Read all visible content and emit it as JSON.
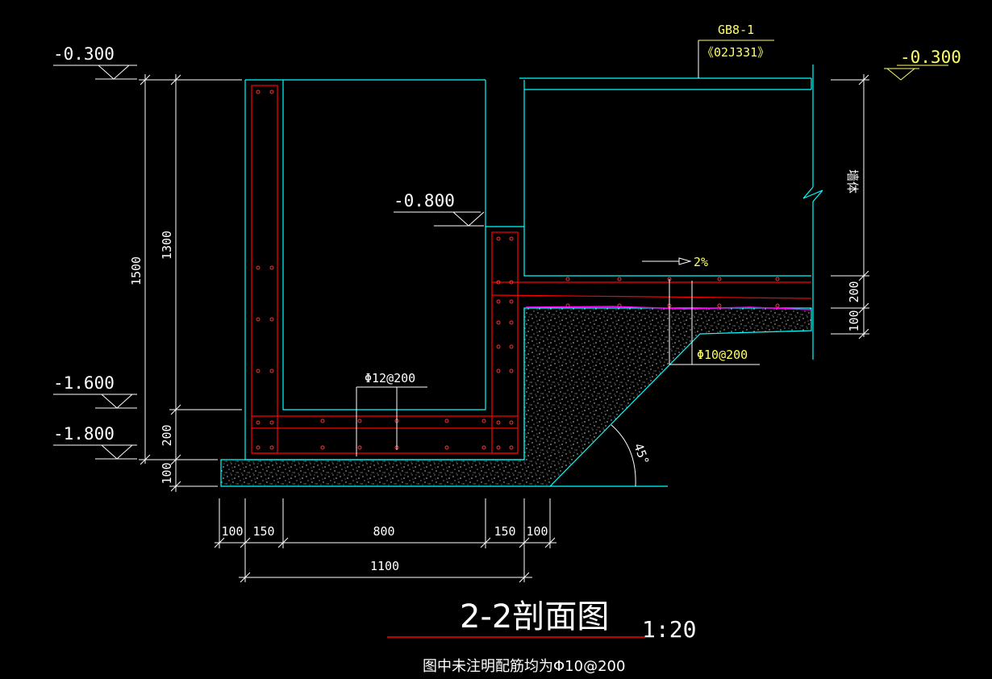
{
  "drawing": {
    "title": "2-2剖面图",
    "scale": "1:20",
    "note": "图中未注明配筋均为Φ10@200"
  },
  "levels": {
    "left_top": "-0.300",
    "right_top": "-0.300",
    "inner": "-0.800",
    "left_1600": "-1.600",
    "left_1800": "-1.800"
  },
  "vertical_dims": {
    "overall": "1500",
    "wall": "1300",
    "slab": "200",
    "cushion": "100",
    "right_slab": "200",
    "right_cushion": "100"
  },
  "horizontal_dims": {
    "seg1": "100",
    "seg2": "150",
    "seg3": "800",
    "seg4": "150",
    "seg5": "100",
    "total": "1100"
  },
  "annotations": {
    "gb_code": "GB8-1",
    "gb_ref": "《02J331》",
    "slope": "2%",
    "rebar_right": "Φ10@200",
    "rebar_bottom": "Φ12@200",
    "angle": "45°",
    "wall_label": "墙体"
  },
  "colors": {
    "background": "#000000",
    "outline": "#00ffff",
    "rebar": "#ff0000",
    "dimension": "#ffffff",
    "annotation": "#ffff66",
    "membrane": "#ff00ff",
    "fill": "#d0d0d0"
  }
}
